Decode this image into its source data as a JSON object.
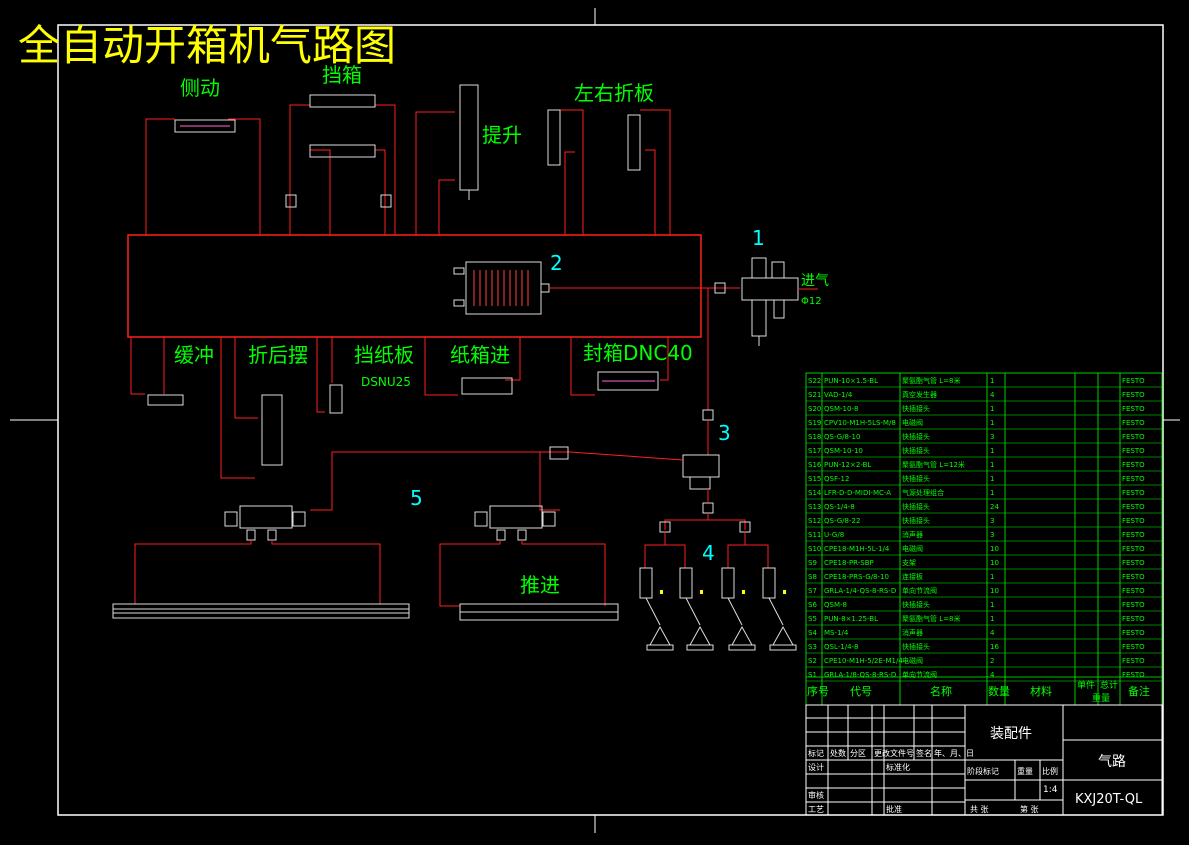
{
  "title": "全自动开箱机气路图",
  "labels": {
    "side_move": "侧动",
    "stop_box": "挡箱",
    "lift": "提升",
    "left_right_fold": "左右折板",
    "buffer": "缓冲",
    "fold_back": "折后摆",
    "stop_paper": "挡纸板",
    "stop_paper_model": "DSNU25",
    "box_in": "纸箱进",
    "seal": "封箱DNC40",
    "push": "推进",
    "air_in": "进气",
    "air_in_size": "Φ12"
  },
  "callouts": [
    "1",
    "2",
    "3",
    "4",
    "5"
  ],
  "parts_table": {
    "rows": [
      {
        "no": "S22",
        "code": "PUN-10×1.5-BL",
        "name": "聚氨酯气管 L=8米",
        "qty": "1",
        "mat": "",
        "remark": "FESTO"
      },
      {
        "no": "S21",
        "code": "VAD-1/4",
        "name": "真空发生器",
        "qty": "4",
        "mat": "",
        "remark": "FESTO"
      },
      {
        "no": "S20",
        "code": "QSM-10-8",
        "name": "快插接头",
        "qty": "1",
        "mat": "",
        "remark": "FESTO"
      },
      {
        "no": "S19",
        "code": "CPV10-M1H-5LS-M/8",
        "name": "电磁阀",
        "qty": "1",
        "mat": "",
        "remark": "FESTO"
      },
      {
        "no": "S18",
        "code": "QS-G/8-10",
        "name": "快插接头",
        "qty": "3",
        "mat": "",
        "remark": "FESTO"
      },
      {
        "no": "S17",
        "code": "QSM-10-10",
        "name": "快插接头",
        "qty": "1",
        "mat": "",
        "remark": "FESTO"
      },
      {
        "no": "S16",
        "code": "PUN-12×2-BL",
        "name": "聚氨酯气管 L=12米",
        "qty": "1",
        "mat": "",
        "remark": "FESTO"
      },
      {
        "no": "S15",
        "code": "QSF-12",
        "name": "快插接头",
        "qty": "1",
        "mat": "",
        "remark": "FESTO"
      },
      {
        "no": "S14",
        "code": "LFR-D-D-MIDI-MC-A",
        "name": "气源处理组合",
        "qty": "1",
        "mat": "",
        "remark": "FESTO"
      },
      {
        "no": "S13",
        "code": "QS-1/4-8",
        "name": "快插接头",
        "qty": "24",
        "mat": "",
        "remark": "FESTO"
      },
      {
        "no": "S12",
        "code": "QS-G/8-22",
        "name": "快插接头",
        "qty": "3",
        "mat": "",
        "remark": "FESTO"
      },
      {
        "no": "S11",
        "code": "U-G/8",
        "name": "消声器",
        "qty": "3",
        "mat": "",
        "remark": "FESTO"
      },
      {
        "no": "S10",
        "code": "CPE18-M1H-5L-1/4",
        "name": "电磁阀",
        "qty": "10",
        "mat": "",
        "remark": "FESTO"
      },
      {
        "no": "S9",
        "code": "CPE18-PR-SBP",
        "name": "支架",
        "qty": "10",
        "mat": "",
        "remark": "FESTO"
      },
      {
        "no": "S8",
        "code": "CPE18-PRS-G/8-10",
        "name": "连接板",
        "qty": "1",
        "mat": "",
        "remark": "FESTO"
      },
      {
        "no": "S7",
        "code": "GRLA-1/4-QS-8-RS-D",
        "name": "单向节流阀",
        "qty": "10",
        "mat": "",
        "remark": "FESTO"
      },
      {
        "no": "S6",
        "code": "QSM-8",
        "name": "快插接头",
        "qty": "1",
        "mat": "",
        "remark": "FESTO"
      },
      {
        "no": "S5",
        "code": "PUN-8×1.25-BL",
        "name": "聚氨酯气管 L=8米",
        "qty": "1",
        "mat": "",
        "remark": "FESTO"
      },
      {
        "no": "S4",
        "code": "MS-1/4",
        "name": "消声器",
        "qty": "4",
        "mat": "",
        "remark": "FESTO"
      },
      {
        "no": "S3",
        "code": "QSL-1/4-8",
        "name": "快插接头",
        "qty": "16",
        "mat": "",
        "remark": "FESTO"
      },
      {
        "no": "S2",
        "code": "CPE10-M1H-5/2E-M1/4",
        "name": "电磁阀",
        "qty": "2",
        "mat": "",
        "remark": "FESTO"
      },
      {
        "no": "S1",
        "code": "GRLA-1/8-QS-8-RS-D",
        "name": "单向节流阀",
        "qty": "4",
        "mat": "",
        "remark": "FESTO"
      }
    ],
    "header": {
      "no": "序号",
      "code": "代号",
      "name": "名称",
      "qty": "数量",
      "mat": "材料",
      "single": "单件",
      "total": "总计",
      "weight": "重量",
      "remark": "备注"
    }
  },
  "title_block": {
    "assembly": "装配件",
    "drawing_name": "气路",
    "drawing_no": "KXJ20T-QL",
    "scale": "1:4",
    "row_labels": {
      "mark": "标记",
      "count": "处数",
      "zone": "分区",
      "change_doc": "更改文件号",
      "sign": "签名",
      "date": "年、月、日",
      "design": "设计",
      "standard": "标准化",
      "stage_mark": "阶段标记",
      "weight": "重量",
      "ratio": "比例",
      "review": "审核",
      "craft": "工艺",
      "approve": "批准",
      "sheets": "共 张",
      "sheet": "第 张"
    }
  },
  "colors": {
    "bg": "#000000",
    "title": "#ffff00",
    "label": "#00ff00",
    "callout": "#00ffff",
    "pipe": "#ff2020",
    "table": "#00ff00",
    "frame": "#ffffff"
  }
}
